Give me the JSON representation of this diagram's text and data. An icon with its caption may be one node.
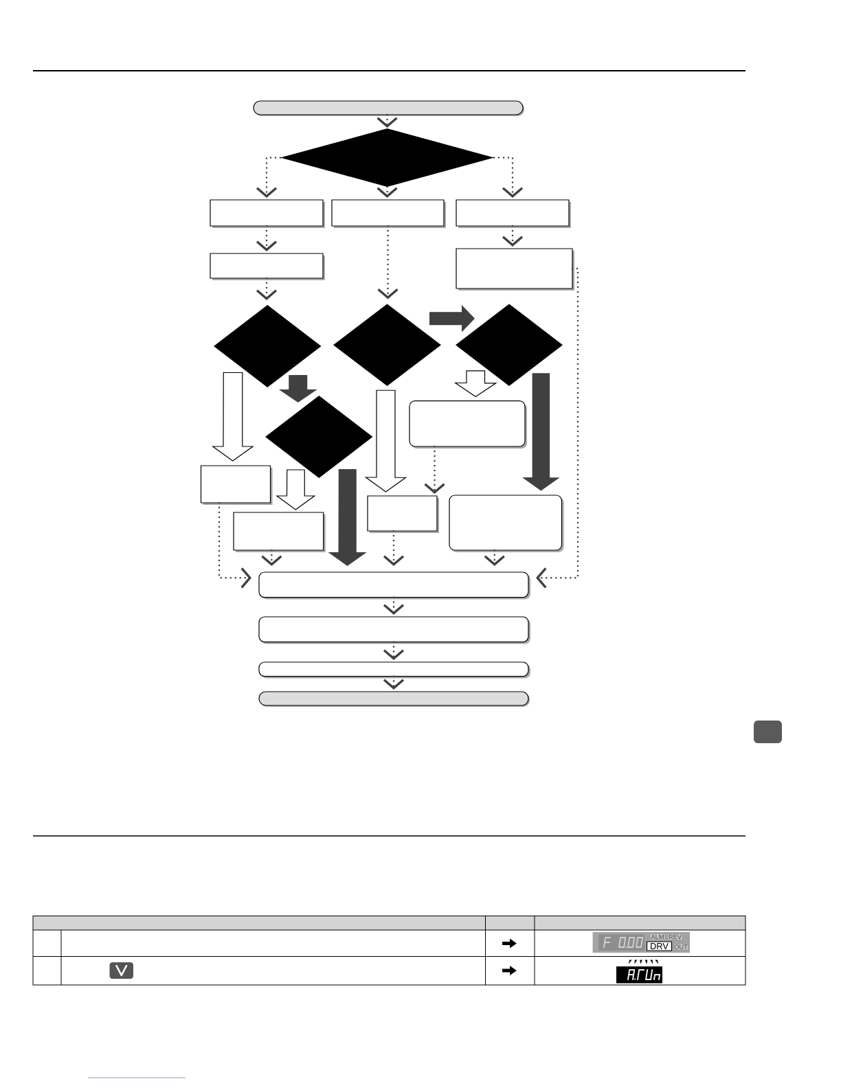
{
  "diagram": {
    "nodes": [
      {
        "text": [],
        "shape": "pill"
      },
      {
        "text": [],
        "shape": "diamond"
      },
      {
        "text": [],
        "shape": "box"
      },
      {
        "text": [],
        "shape": "box"
      },
      {
        "text": [],
        "shape": "box"
      },
      {
        "text": [],
        "shape": "box"
      },
      {
        "text": [],
        "shape": "box"
      },
      {
        "text": [],
        "shape": "diamond"
      },
      {
        "text": [],
        "shape": "diamond"
      },
      {
        "text": [],
        "shape": "diamond"
      },
      {
        "text": [],
        "shape": "diamond"
      },
      {
        "text": [],
        "shape": "rounded-box"
      },
      {
        "text": [],
        "shape": "box"
      },
      {
        "text": [],
        "shape": "box"
      },
      {
        "text": [],
        "shape": "box"
      },
      {
        "text": [],
        "shape": "rounded-box"
      },
      {
        "text": [],
        "shape": "rounded-box"
      },
      {
        "text": [],
        "shape": "rounded-box"
      },
      {
        "text": [],
        "shape": "rounded-box"
      },
      {
        "text": [],
        "shape": "pill"
      }
    ],
    "edges": [
      {
        "from": 0,
        "to": 1,
        "arrow": "to",
        "style": "dashed"
      },
      {
        "from": 1,
        "to": 2,
        "arrow": "to",
        "style": "dashed"
      },
      {
        "from": 1,
        "to": 3,
        "arrow": "to",
        "style": "dashed"
      },
      {
        "from": 1,
        "to": 4,
        "arrow": "to",
        "style": "dashed"
      },
      {
        "from": 2,
        "to": 5,
        "arrow": "to",
        "style": "dashed"
      },
      {
        "from": 4,
        "to": 6,
        "arrow": "to",
        "style": "dashed"
      },
      {
        "from": 5,
        "to": 7,
        "arrow": "to",
        "style": "dashed"
      },
      {
        "from": 3,
        "to": 8,
        "arrow": "to",
        "style": "dashed"
      },
      {
        "from": 8,
        "to": 9,
        "arrow": "to",
        "style": "thick"
      },
      {
        "from": 7,
        "to": 10,
        "arrow": "to",
        "style": "thick"
      },
      {
        "from": 7,
        "to": 12,
        "arrow": "to",
        "style": "thick",
        "color": "#ffffff"
      },
      {
        "from": 10,
        "to": 13,
        "arrow": "to",
        "style": "thick",
        "color": "#ffffff"
      },
      {
        "from": 10,
        "to": 16,
        "arrow": "to",
        "style": "thick"
      },
      {
        "from": 8,
        "to": 14,
        "arrow": "to",
        "style": "thick",
        "color": "#ffffff"
      },
      {
        "from": 9,
        "to": 11,
        "arrow": "to",
        "style": "thick",
        "color": "#ffffff"
      },
      {
        "from": 9,
        "to": 15,
        "arrow": "to",
        "style": "thick"
      },
      {
        "from": 11,
        "to": 14,
        "arrow": "to",
        "style": "dashed"
      },
      {
        "from": 12,
        "to": 16,
        "arrow": "to",
        "style": "dashed"
      },
      {
        "from": 13,
        "to": 16,
        "arrow": "to",
        "style": "dashed"
      },
      {
        "from": 14,
        "to": 16,
        "arrow": "to",
        "style": "dashed"
      },
      {
        "from": 15,
        "to": 16,
        "arrow": "to",
        "style": "dashed"
      },
      {
        "from": 6,
        "to": 16,
        "arrow": "to",
        "style": "dashed"
      },
      {
        "from": 16,
        "to": 17,
        "arrow": "to",
        "style": "dashed"
      },
      {
        "from": 17,
        "to": 18,
        "arrow": "to",
        "style": "dashed"
      },
      {
        "from": 18,
        "to": 19,
        "arrow": "to",
        "style": "dashed"
      }
    ],
    "labels": [
      "ALM",
      "REV",
      "DRV",
      "OUT"
    ]
  }
}
